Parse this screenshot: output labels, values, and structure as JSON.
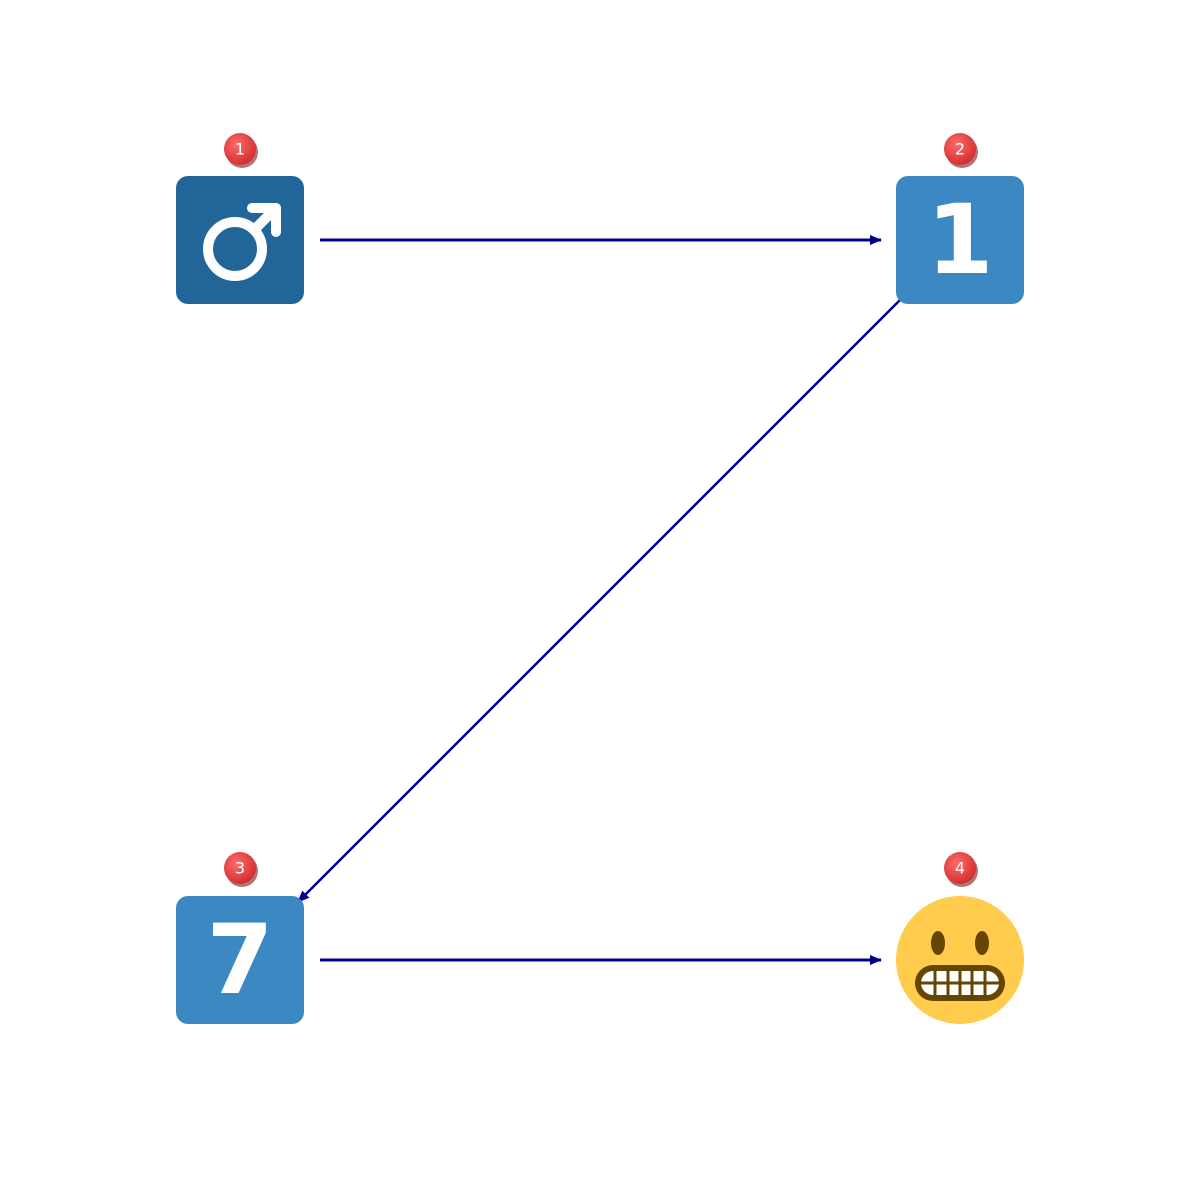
{
  "nodes": [
    {
      "badge": "1",
      "icon": "male-sign-icon",
      "color": "#226699"
    },
    {
      "badge": "2",
      "icon": "keycap-digit-one-icon",
      "label": "1",
      "color": "#3B88C3"
    },
    {
      "badge": "3",
      "icon": "keycap-digit-seven-icon",
      "label": "7",
      "color": "#3B88C3"
    },
    {
      "badge": "4",
      "icon": "grimacing-face-icon",
      "color": "#FFCC4D"
    }
  ],
  "edges": [
    {
      "from": "1",
      "to": "2"
    },
    {
      "from": "2",
      "to": "3"
    },
    {
      "from": "3",
      "to": "4"
    }
  ],
  "colors": {
    "edge": "#00008B",
    "badge": "#E53935",
    "badge_text": "#FFFFFF",
    "emoji_feature": "#664500"
  }
}
